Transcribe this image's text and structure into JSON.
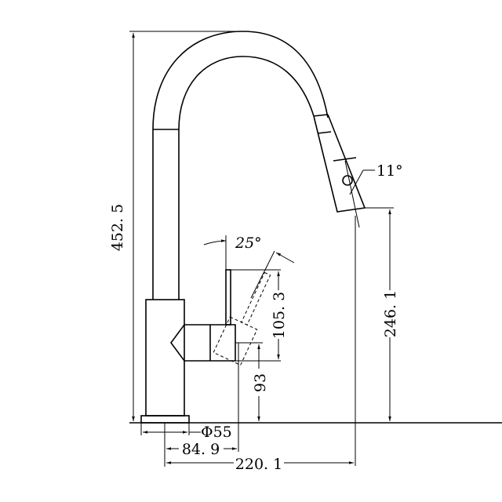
{
  "dimensions": {
    "total_height": "452. 5",
    "lever_height": "105. 3",
    "lever_base_height": "93",
    "spout_outlet_height": "246. 1",
    "base_diameter": "Φ55",
    "lever_reach": "84. 9",
    "spout_reach": "220. 1",
    "lever_angle": "25°",
    "spray_angle": "11°"
  }
}
